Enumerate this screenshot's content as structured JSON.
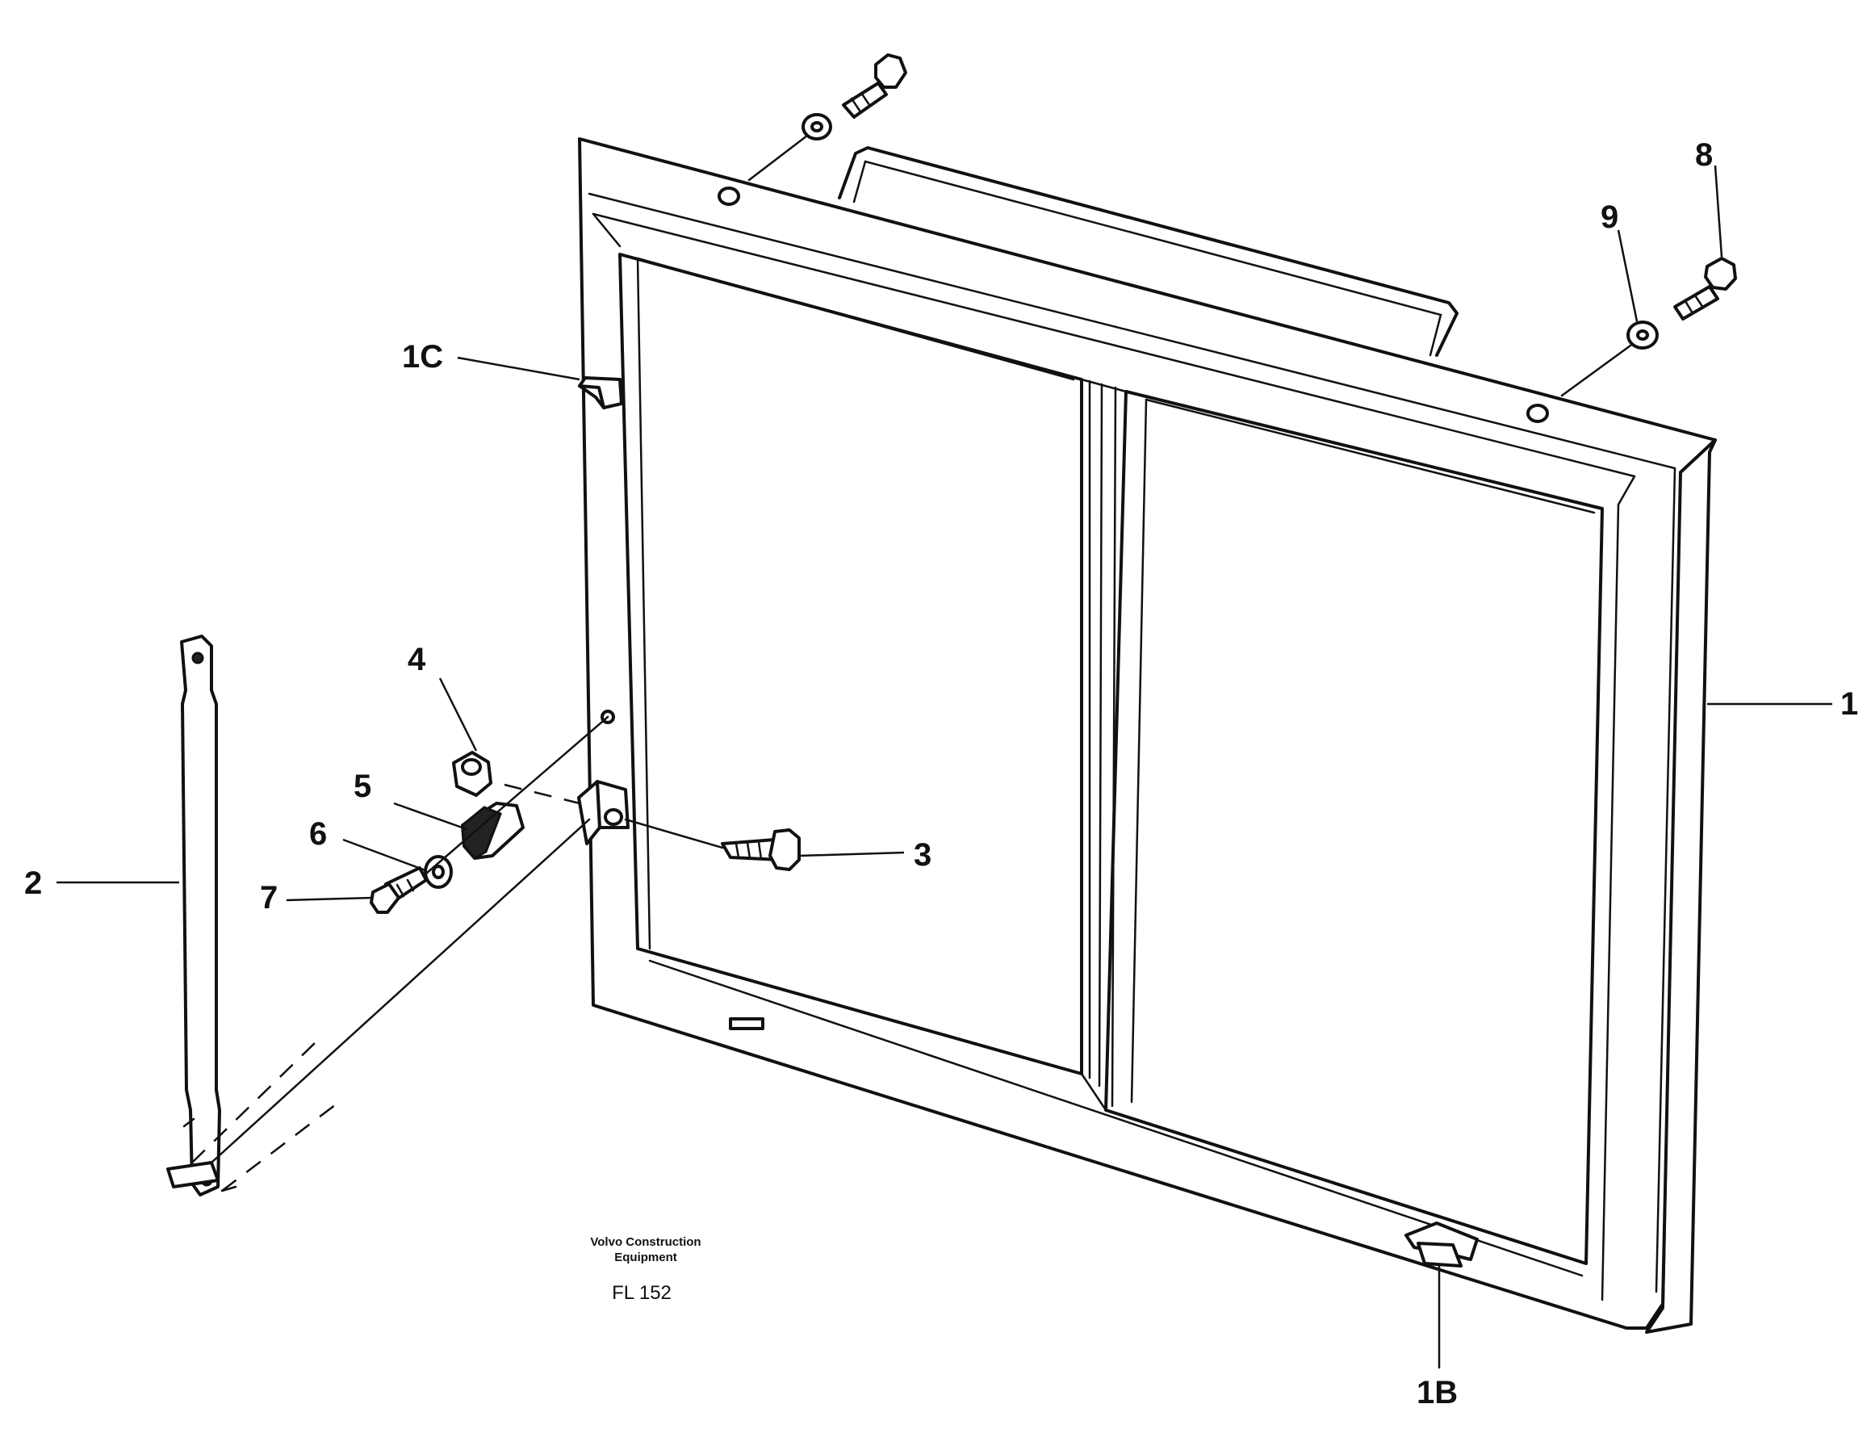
{
  "callouts": {
    "c1": "1",
    "c1B": "1B",
    "c1C": "1C",
    "c2": "2",
    "c3": "3",
    "c4": "4",
    "c5": "5",
    "c6": "6",
    "c7": "7",
    "c8": "8",
    "c9": "9"
  },
  "caption": {
    "company_line1": "Volvo Construction",
    "company_line2": "Equipment",
    "code": "FL 152"
  }
}
